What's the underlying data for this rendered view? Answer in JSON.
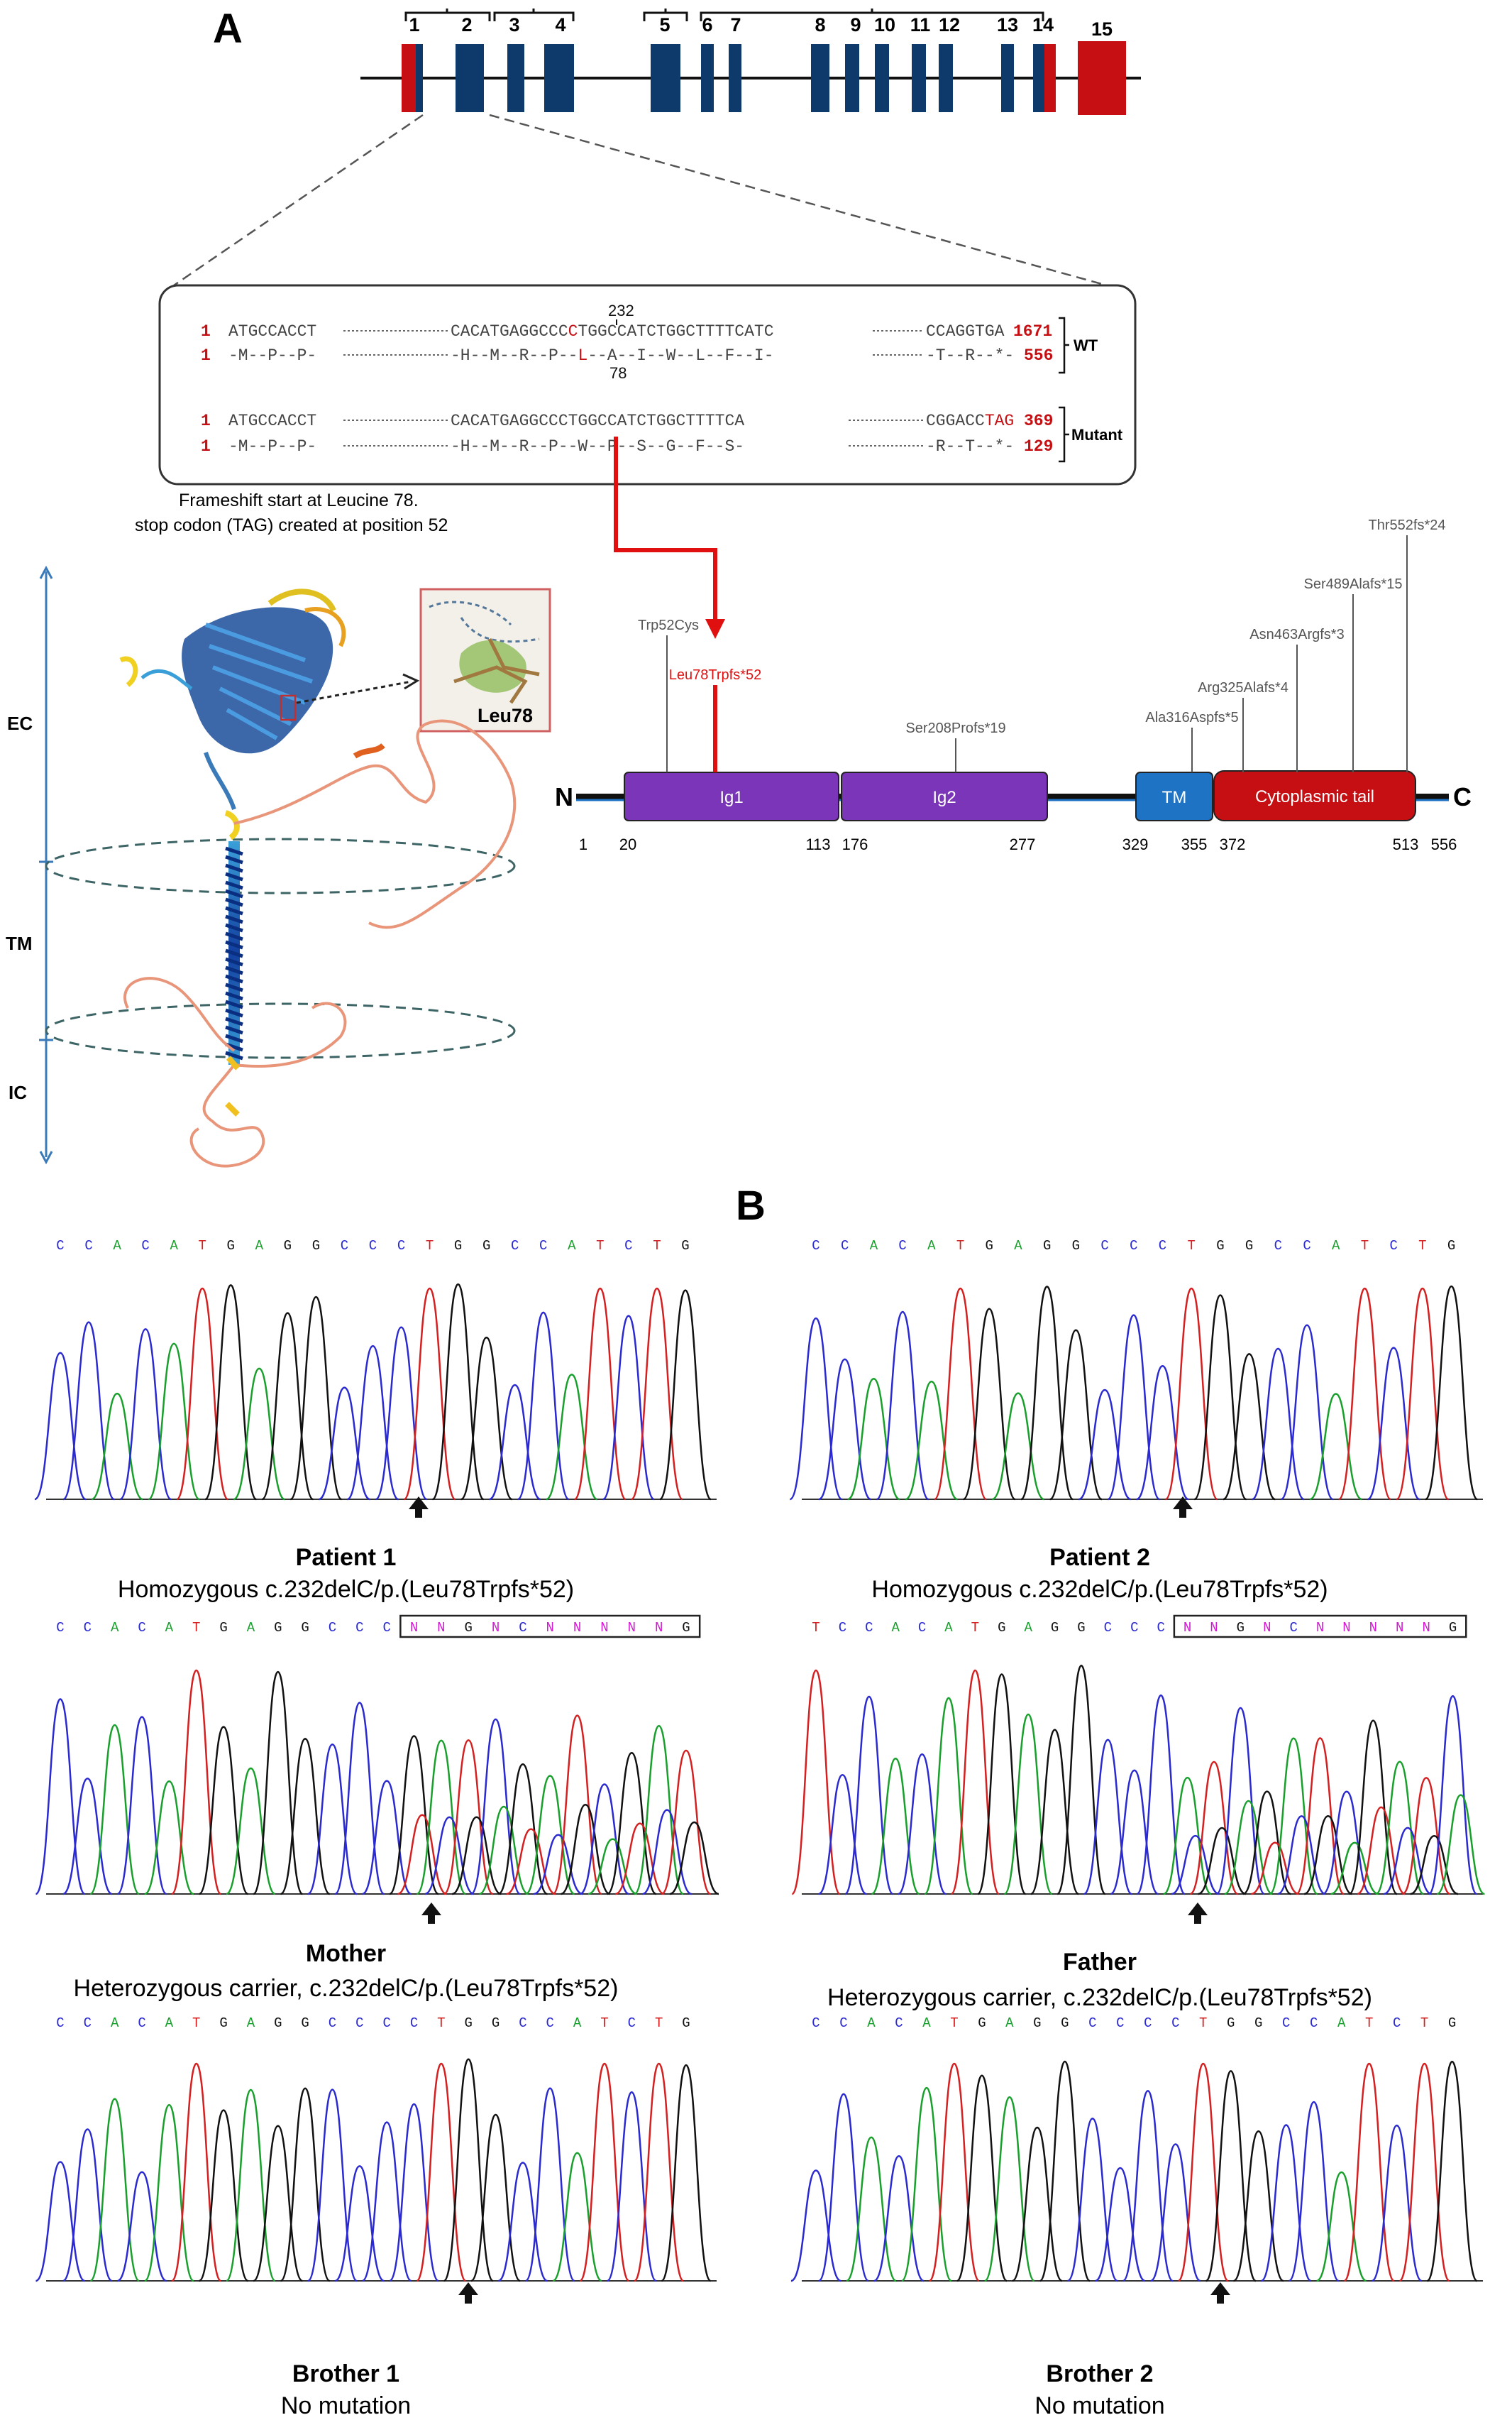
{
  "panel_a": {
    "label": "A",
    "exons": [
      {
        "label": "1",
        "color": "#c60f13"
      },
      {
        "label": "2",
        "color": "#0d3a6b"
      },
      {
        "label": "3",
        "color": "#0d3a6b"
      },
      {
        "label": "4",
        "color": "#0d3a6b"
      },
      {
        "label": "5",
        "color": "#0d3a6b"
      },
      {
        "label": "6",
        "color": "#0d3a6b"
      },
      {
        "label": "7",
        "color": "#0d3a6b"
      },
      {
        "label": "8",
        "color": "#0d3a6b"
      },
      {
        "label": "9",
        "color": "#0d3a6b"
      },
      {
        "label": "10",
        "color": "#0d3a6b"
      },
      {
        "label": "11",
        "color": "#0d3a6b"
      },
      {
        "label": "12",
        "color": "#0d3a6b"
      },
      {
        "label": "13",
        "color": "#0d3a6b"
      },
      {
        "label": "14",
        "color": "#0d3a6b"
      },
      {
        "label": "15",
        "color": "#c60f13"
      }
    ],
    "alignment": {
      "pos_232": "232",
      "pos_78": "78",
      "wt_label": "WT",
      "mutant_label": "Mutant",
      "wt_dna": {
        "start": "1",
        "seq1": "ATGCCACCT",
        "seq2a": "CACATGAGGCCC",
        "seq2_red": "C",
        "seq2b": "TGGCCATCTGGCTTTTCATC",
        "seq3": "CCAGGTGA",
        "end": "1671"
      },
      "wt_prot": {
        "start": "1",
        "seq1": "-M--P--P-",
        "seq2a": "-H--M--R--P--",
        "seq2_red": "L",
        "seq2b": "--A--I--W--L--F--I-",
        "seq3": "-T--R--*-",
        "end": "556"
      },
      "mut_dna": {
        "start": "1",
        "seq1": "ATGCCACCT",
        "seq2": "CACATGAGGCCCTGGCCATCTGGCTTTTCA",
        "seq3a": "CGGACC",
        "seq3_red": "TAG",
        "end": "369"
      },
      "mut_prot": {
        "start": "1",
        "seq1": "-M--P--P-",
        "seq2": "-H--M--R--P--W--P--S--G--F--S-",
        "seq3": "-R--T--*-",
        "end": "129"
      }
    },
    "caption_line1": "Frameshift start at Leucine 78.",
    "caption_line2": "stop codon (TAG) created at position 52",
    "structure": {
      "regions": [
        "EC",
        "TM",
        "IC"
      ],
      "inset_label": "Leu78"
    },
    "protein": {
      "n_label": "N",
      "c_label": "C",
      "domains": [
        {
          "label": "Ig1",
          "color": "#7b35b8"
        },
        {
          "label": "Ig2",
          "color": "#7b35b8"
        },
        {
          "label": "TM",
          "color": "#1f73c4"
        },
        {
          "label": "Cytoplasmic tail",
          "color": "#c60f13"
        }
      ],
      "positions": [
        "1",
        "20",
        "113",
        "176",
        "277",
        "329",
        "355",
        "372",
        "513",
        "556"
      ],
      "variants": [
        {
          "label": "Trp52Cys",
          "highlight": false
        },
        {
          "label": "Leu78Trpfs*52",
          "highlight": true
        },
        {
          "label": "Ser208Profs*19",
          "highlight": false
        },
        {
          "label": "Ala316Aspfs*5",
          "highlight": false
        },
        {
          "label": "Arg325Alafs*4",
          "highlight": false
        },
        {
          "label": "Asn463Argfs*3",
          "highlight": false
        },
        {
          "label": "Ser489Alafs*15",
          "highlight": false
        },
        {
          "label": "Thr552fs*24",
          "highlight": false
        }
      ]
    }
  },
  "panel_b": {
    "label": "B",
    "traces": [
      {
        "seq": "CCACATGAGGCCCTGGCCATCTG",
        "boxed": "",
        "name": "Patient 1",
        "desc": "Homozygous c.232delC/p.(Leu78Trpfs*52)"
      },
      {
        "seq": "CCACATGAGGCCCTGGCCATCTG",
        "boxed": "",
        "name": "Patient 2",
        "desc": "Homozygous c.232delC/p.(Leu78Trpfs*52)"
      },
      {
        "seq": "CCACATGAGGCCC",
        "boxed": "NNGNCNNNNNG",
        "name": "Mother",
        "desc": "Heterozygous carrier, c.232delC/p.(Leu78Trpfs*52)"
      },
      {
        "seq": "TCCACATGAGGCCC",
        "boxed": "NNGNCNNNNNG",
        "name": "Father",
        "desc": "Heterozygous carrier, c.232delC/p.(Leu78Trpfs*52)"
      },
      {
        "seq": "CCACATGAGGCCCCTGGCCATCTG",
        "boxed": "",
        "name": "Brother 1",
        "desc": "No mutation"
      },
      {
        "seq": "CCACATGAGGCCCCTGGCCATCTG",
        "boxed": "",
        "name": "Brother 2",
        "desc": "No mutation"
      }
    ],
    "base_colors": {
      "A": "#19a02c",
      "C": "#2a2ad0",
      "G": "#111111",
      "T": "#d42020",
      "N": "#d21ad2"
    }
  }
}
